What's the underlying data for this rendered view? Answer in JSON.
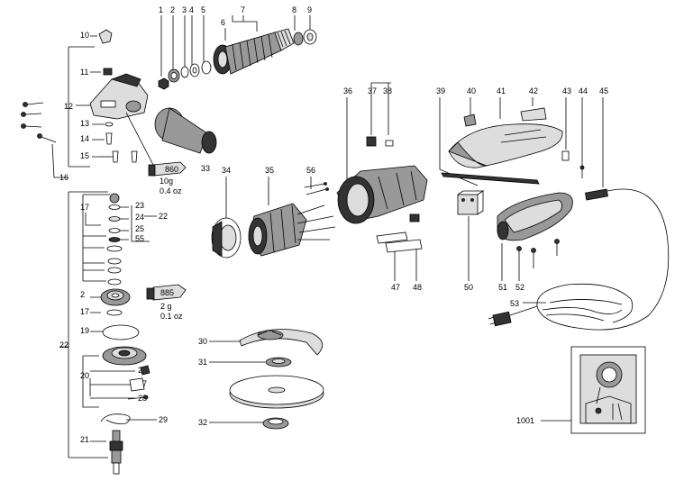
{
  "labels": {
    "l1": "1",
    "l2": "2",
    "l3": "3",
    "l4": "4",
    "l5": "5",
    "l6": "6",
    "l7": "7",
    "l8": "8",
    "l9": "9",
    "l10": "10",
    "l11": "11",
    "l12": "12",
    "l13": "13",
    "l14": "14",
    "l15": "15",
    "l16": "16",
    "l17": "17",
    "l17b": "17",
    "l19": "19",
    "l2b": "2",
    "l20": "20",
    "l21": "21",
    "l22": "22",
    "l22b": "22",
    "l23": "23",
    "l24": "24",
    "l25": "25",
    "l55": "55",
    "l26": "26",
    "l27": "27",
    "l28": "28",
    "l29": "29",
    "l30": "30",
    "l31": "31",
    "l32": "32",
    "l33": "33",
    "l34": "34",
    "l35": "35",
    "l36": "36",
    "l37": "37",
    "l38": "38",
    "l39": "39",
    "l40": "40",
    "l41": "41",
    "l42": "42",
    "l43": "43",
    "l44": "44",
    "l45": "45",
    "l47": "47",
    "l48": "48",
    "l50": "50",
    "l51": "51",
    "l52": "52",
    "l53": "53",
    "l56": "56",
    "l1001": "1001"
  },
  "grease": {
    "tube1_code": "860",
    "tube1_qty": "10g",
    "tube1_oz": "0.4 oz",
    "tube2_code": "885",
    "tube2_qty": "2 g",
    "tube2_oz": "0.1 oz"
  }
}
